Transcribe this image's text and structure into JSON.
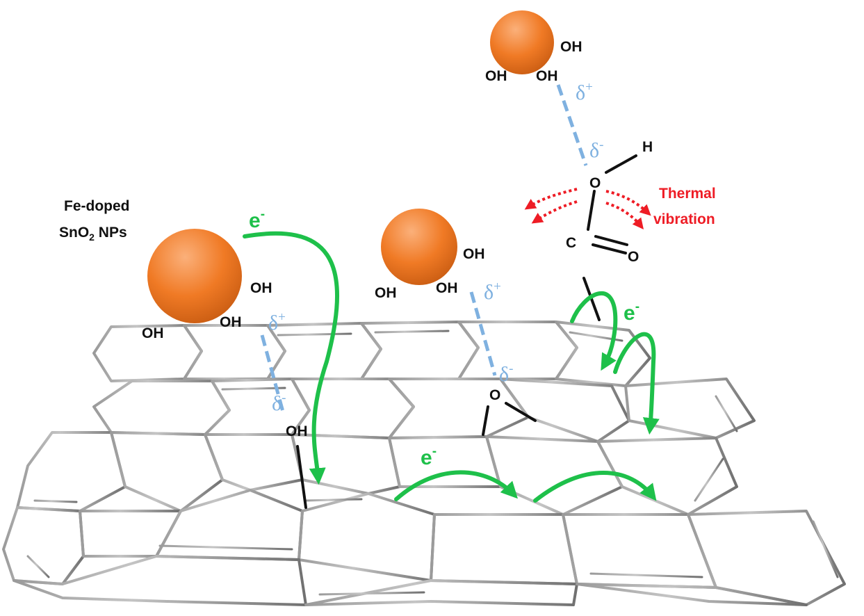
{
  "labels": {
    "np_line1": "Fe-doped",
    "np_line2_main": "SnO",
    "np_line2_sub": "2",
    "np_line2_tail": " NPs",
    "thermal_line1": "Thermal",
    "thermal_line2": "vibration"
  },
  "groups": {
    "oh": "OH",
    "o": "O",
    "c": "C",
    "h": "H"
  },
  "charges": {
    "e": "e",
    "e_sup": "-",
    "delta": "δ",
    "plus": "+",
    "minus": "-"
  },
  "colors": {
    "nanoparticle": "#f07a25",
    "electron_arrow": "#1ec04a",
    "hydrogen_bond": "#7fb1e0",
    "thermal": "#ee1c25",
    "graphene": "#8a8a8a",
    "bond": "#111111"
  }
}
